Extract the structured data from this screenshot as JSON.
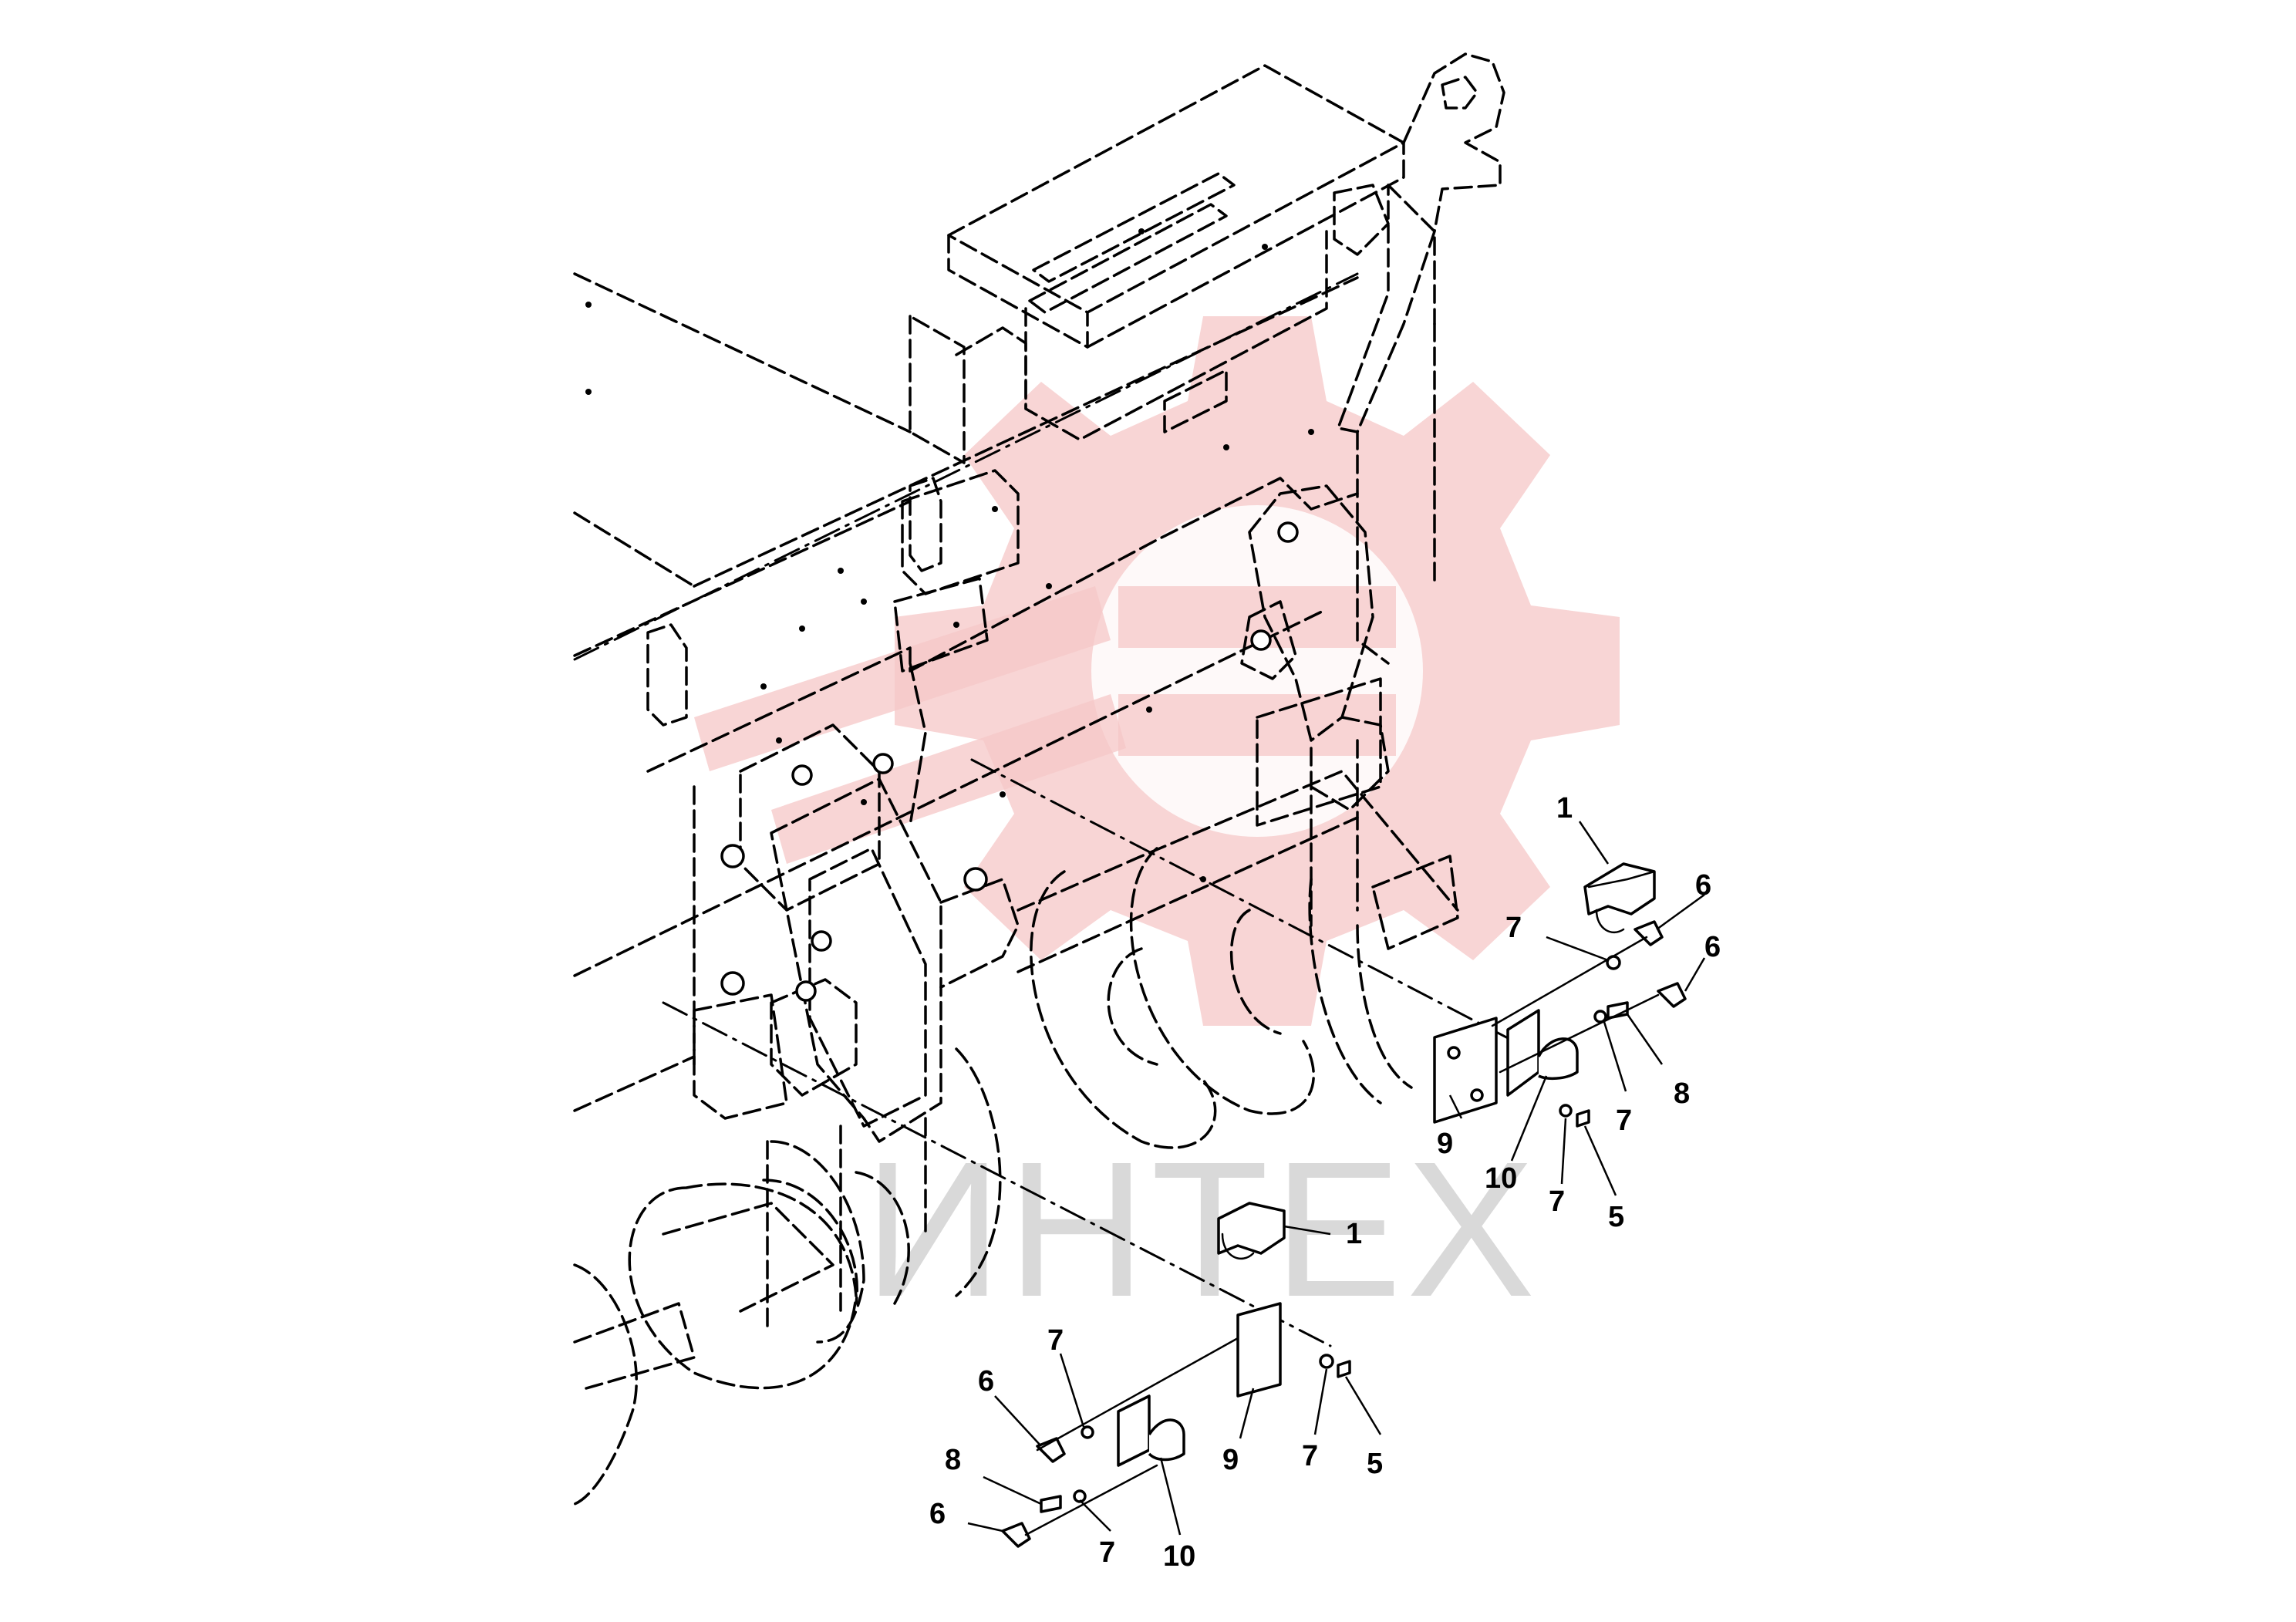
{
  "watermark": {
    "text": "ИНТЕХ",
    "gear_color": "#f4b8b8",
    "text_color": "#d9d9d9",
    "icon": "gear-logo-icon"
  },
  "callouts": [
    {
      "id": "c1a",
      "label": "1"
    },
    {
      "id": "c6a",
      "label": "6"
    },
    {
      "id": "c7a",
      "label": "7"
    },
    {
      "id": "c6b",
      "label": "6"
    },
    {
      "id": "c8a",
      "label": "8"
    },
    {
      "id": "c7b",
      "label": "7"
    },
    {
      "id": "c9a",
      "label": "9"
    },
    {
      "id": "c10a",
      "label": "10"
    },
    {
      "id": "c7c",
      "label": "7"
    },
    {
      "id": "c5a",
      "label": "5"
    },
    {
      "id": "c1b",
      "label": "1"
    },
    {
      "id": "c7d",
      "label": "7"
    },
    {
      "id": "c6c",
      "label": "6"
    },
    {
      "id": "c8b",
      "label": "8"
    },
    {
      "id": "c6d",
      "label": "6"
    },
    {
      "id": "c7e",
      "label": "7"
    },
    {
      "id": "c10b",
      "label": "10"
    },
    {
      "id": "c9b",
      "label": "9"
    },
    {
      "id": "c7f",
      "label": "7"
    },
    {
      "id": "c5b",
      "label": "5"
    }
  ],
  "colors": {
    "line": "#000000",
    "background": "#ffffff"
  }
}
